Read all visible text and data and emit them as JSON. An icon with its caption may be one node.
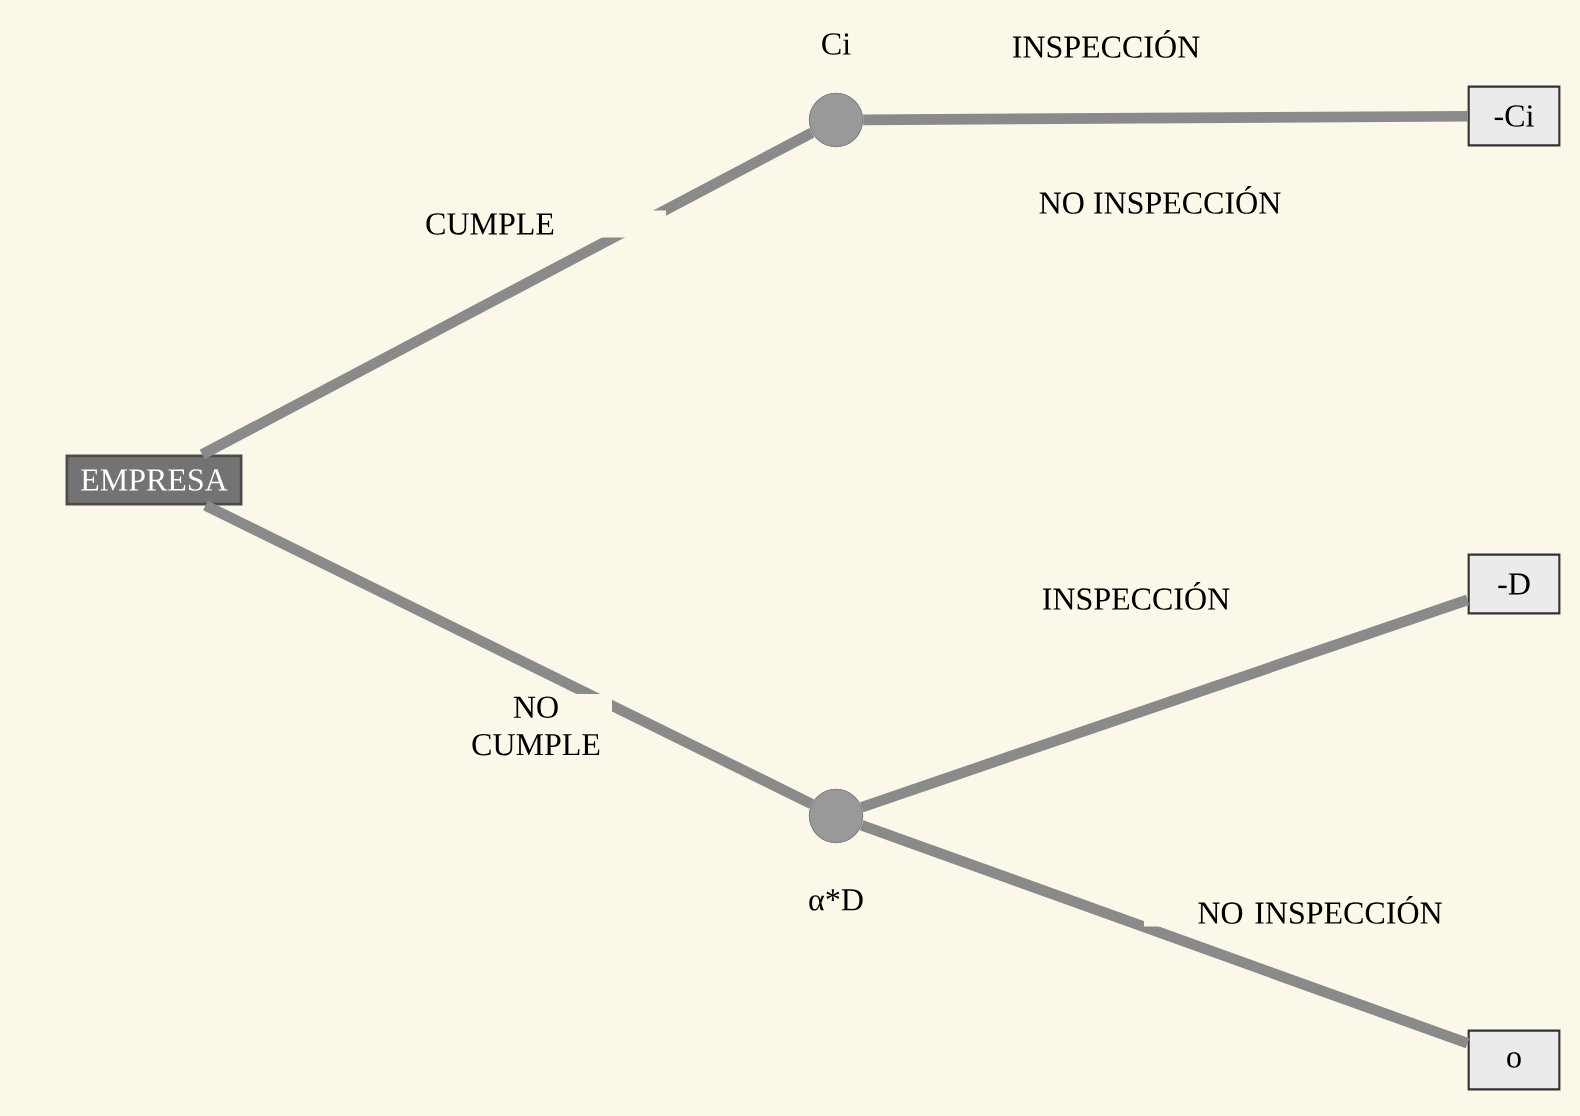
{
  "diagram": {
    "nodes": [
      {
        "text": [
          "EMPRESA"
        ]
      },
      {
        "text": [],
        "shape": "circle",
        "beside": [
          "Ci"
        ]
      },
      {
        "text": [
          "-Ci"
        ]
      },
      {
        "text": [],
        "shape": "circle",
        "beside": [
          "α*D"
        ]
      },
      {
        "text": [
          "-D"
        ]
      },
      {
        "text": [
          "o"
        ]
      }
    ],
    "edges": [
      {
        "from": 0,
        "to": 1,
        "arrow": "none",
        "label": "CUMPLE"
      },
      {
        "from": 0,
        "to": 3,
        "arrow": "none",
        "label": "NO CUMPLE"
      },
      {
        "from": 1,
        "to": 2,
        "arrow": "none",
        "label": "INSPECCIÓN"
      },
      {
        "from": 3,
        "to": 4,
        "arrow": "none",
        "label": "INSPECCIÓN"
      },
      {
        "from": 3,
        "to": 5,
        "arrow": "none",
        "label": "NO INSPECCIÓN"
      }
    ],
    "labels": [
      "NO INSPECCIÓN"
    ]
  }
}
